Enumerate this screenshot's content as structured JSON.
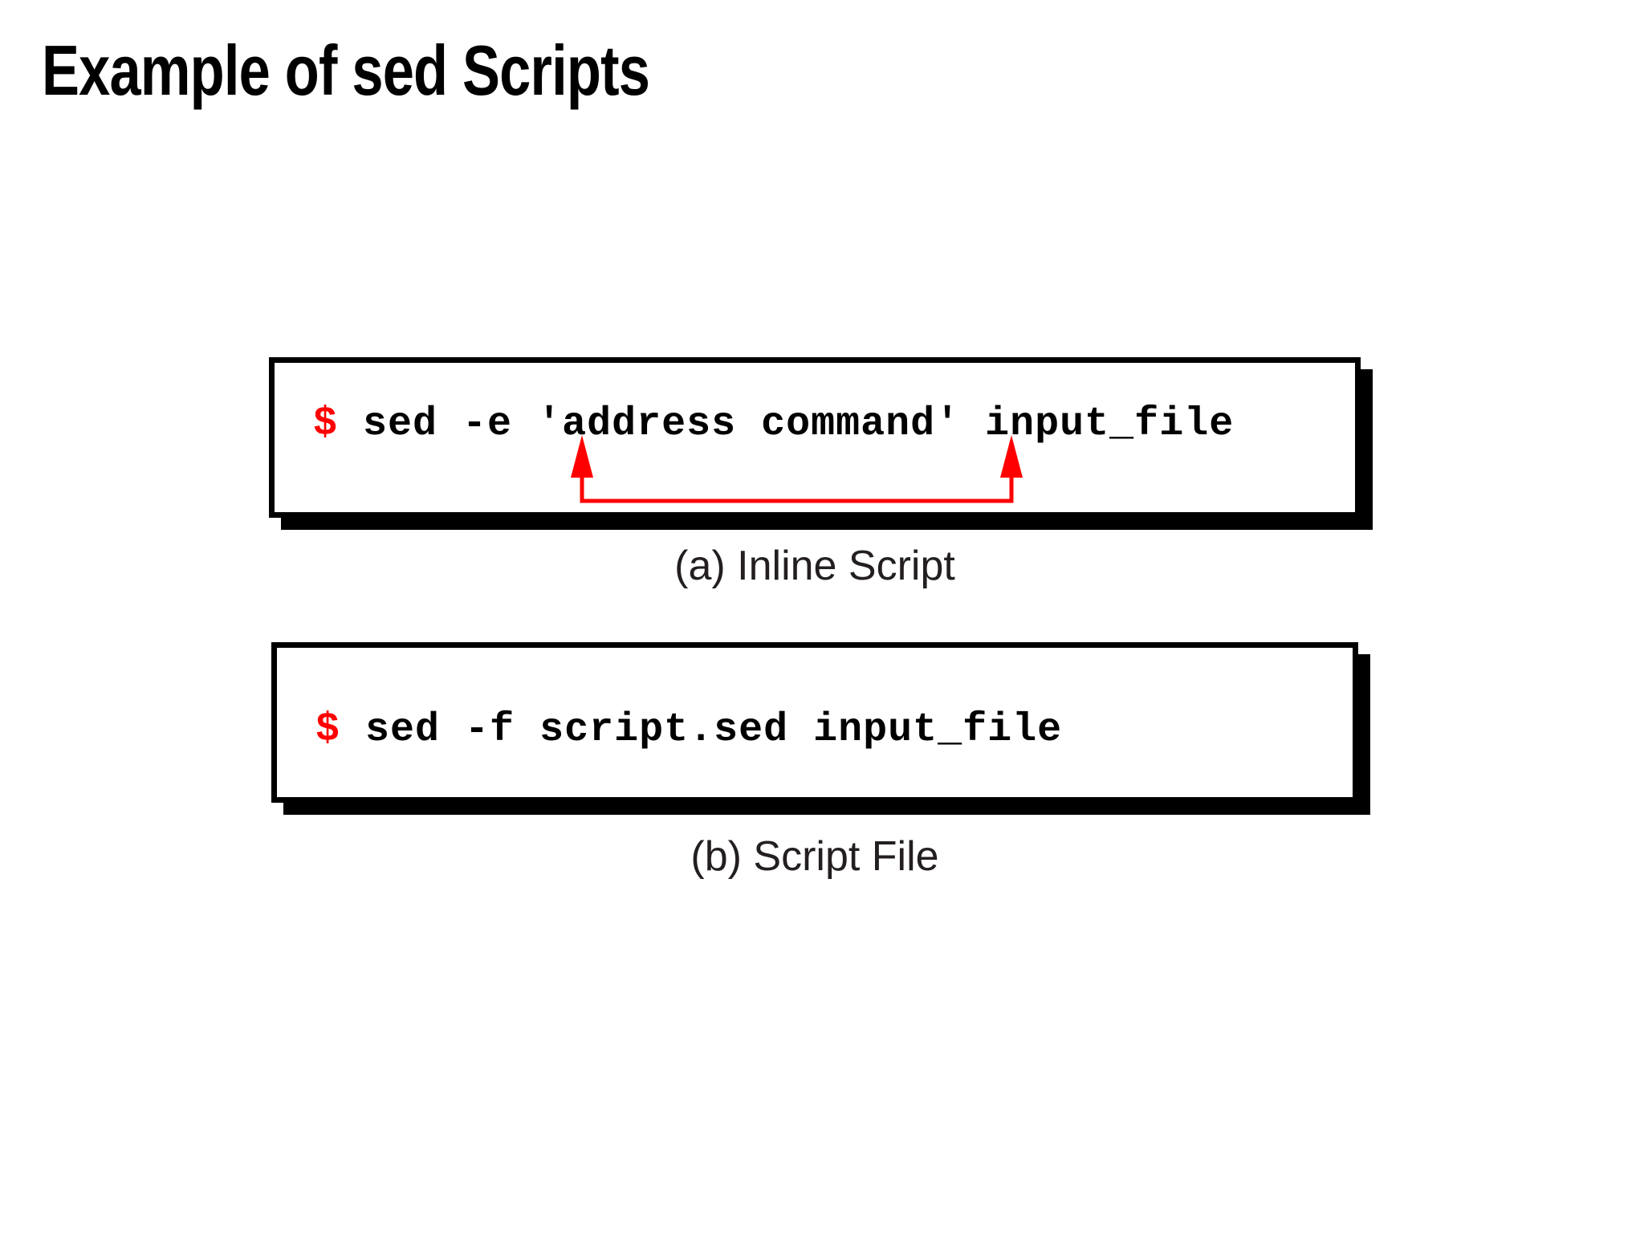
{
  "slide": {
    "title": "Example of sed Scripts",
    "background_color": "#ffffff"
  },
  "colors": {
    "text": "#000000",
    "prompt_red": "#ff0000",
    "annotation_red": "#ff0000",
    "caption": "#231f20",
    "box_border": "#000000",
    "box_shadow": "#000000",
    "box_fill": "#ffffff"
  },
  "figure": {
    "panels": [
      {
        "id": "panel-a",
        "caption": "(a) Inline Script",
        "command": {
          "prompt": "$",
          "text": "sed -e 'address command' input_file",
          "full": "$ sed -e 'address command' input_file"
        },
        "annotation": {
          "type": "quote-pair-bracket",
          "description": "Two red up-arrows pointing at the opening and closing single quotes, joined below by a red bracket line",
          "arrow_count": 2,
          "color": "#ff0000",
          "targets": [
            "opening-single-quote",
            "closing-single-quote"
          ]
        }
      },
      {
        "id": "panel-b",
        "caption": "(b) Script File",
        "command": {
          "prompt": "$",
          "text": "sed -f script.sed input_file",
          "full": "$ sed -f script.sed input_file"
        },
        "annotation": null
      }
    ]
  }
}
